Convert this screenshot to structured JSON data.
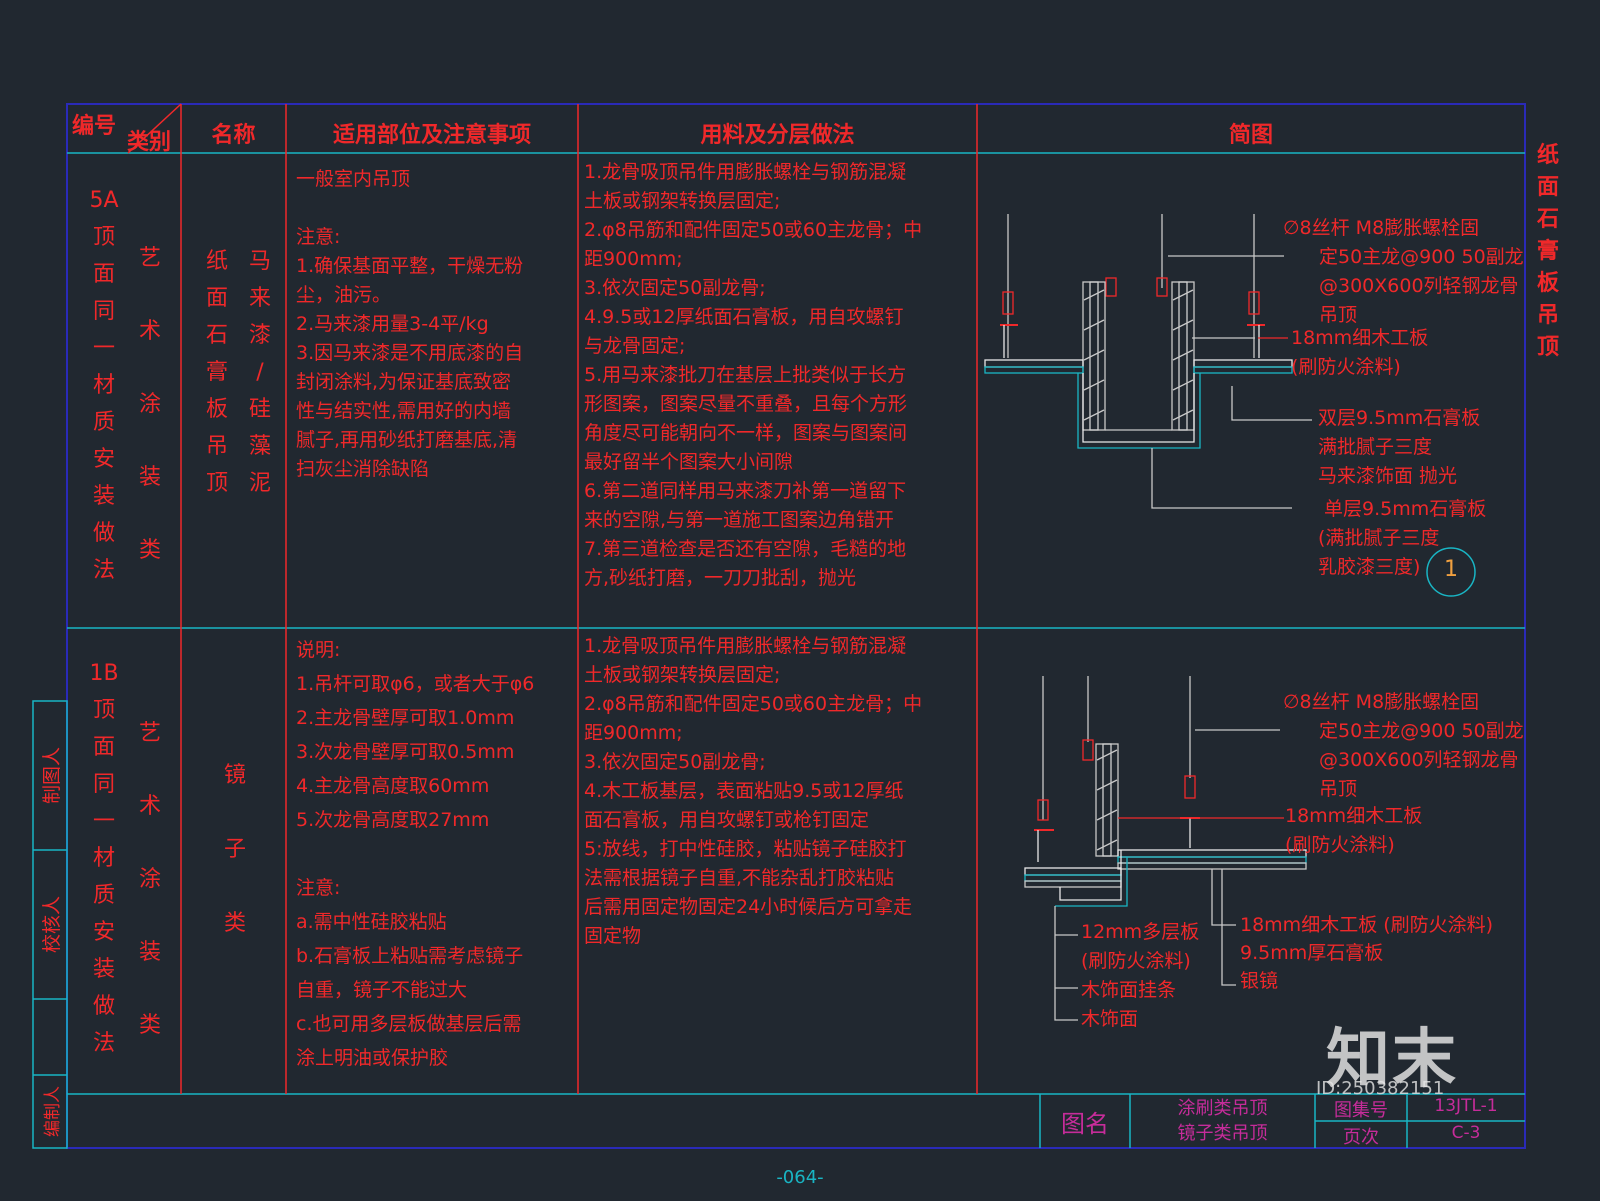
{
  "header": {
    "number_label": "编号",
    "category_label": "类别",
    "name_label": "名称",
    "usage_label": "适用部位及注意事项",
    "method_label": "用料及分层做法",
    "diagram_label": "简图"
  },
  "side_title": "纸面石膏板吊顶",
  "row1": {
    "number": "5A\n顶\n面\n同\n一\n材\n质\n安\n装\n做\n法",
    "category": "艺\n术\n涂\n装\n类",
    "name_col1": "纸\n面\n石\n膏\n板\n吊\n顶",
    "name_col2": "马\n来\n漆\n/\n硅\n藻\n泥",
    "usage": [
      "一般室内吊顶",
      "",
      "注意:",
      "1.确保基面平整，干燥无粉",
      "尘，油污。",
      "2.马来漆用量3-4平/kg",
      "3.因马来漆是不用底漆的自",
      "封闭涂料,为保证基底致密",
      "性与结实性,需用好的内墙",
      "腻子,再用砂纸打磨基底,清",
      "扫灰尘消除缺陷"
    ],
    "method": [
      "1.龙骨吸顶吊件用膨胀螺栓与钢筋混凝",
      "土板或钢架转换层固定;",
      "2.φ8吊筋和配件固定50或60主龙骨；中",
      "距900mm;",
      "3.依次固定50副龙骨;",
      "4.9.5或12厚纸面石膏板，用自攻螺钉",
      "与龙骨固定;",
      "5.用马来漆批刀在基层上批类似于长方",
      "形图案，图案尽量不重叠，且每个方形",
      "角度尽可能朝向不一样，图案与图案间",
      "最好留半个图案大小间隙",
      "6.第二道同样用马来漆刀补第一道留下",
      "来的空隙,与第一道施工图案边角错开",
      "7.第三道检查是否还有空隙，毛糙的地",
      "方,砂纸打磨，一刀刀批刮，抛光"
    ],
    "labels": {
      "rod": [
        "∅8丝杆 M8膨胀螺栓固",
        "定50主龙@900 50副龙",
        "@300X600列轻钢龙骨",
        "吊顶"
      ],
      "board": [
        "18mm细木工板",
        "(刷防火涂料)"
      ],
      "double": [
        "双层9.5mm石膏板",
        "满批腻子三度",
        "马来漆饰面 抛光"
      ],
      "single": [
        " 单层9.5mm石膏板",
        "(满批腻子三度",
        "乳胶漆三度)"
      ]
    },
    "marker": "1"
  },
  "row2": {
    "number": "1B\n顶\n面\n同\n一\n材\n质\n安\n装\n做\n法",
    "category": "艺\n术\n涂\n装\n类",
    "name": "镜\n\n子\n\n类",
    "usage": [
      "说明:",
      "1.吊杆可取φ6，或者大于φ6",
      "2.主龙骨壁厚可取1.0mm",
      "3.次龙骨壁厚可取0.5mm",
      "4.主龙骨高度取60mm",
      "5.次龙骨高度取27mm",
      "",
      "注意:",
      "a.需中性硅胶粘贴",
      "b.石膏板上粘贴需考虑镜子",
      "自重，镜子不能过大",
      "c.也可用多层板做基层后需",
      "涂上明油或保护胶"
    ],
    "method": [
      "1.龙骨吸顶吊件用膨胀螺栓与钢筋混凝",
      "土板或钢架转换层固定;",
      "2.φ8吊筋和配件固定50或60主龙骨；中",
      "距900mm;",
      "3.依次固定50副龙骨;",
      "4.木工板基层，表面粘贴9.5或12厚纸",
      "面石膏板，用自攻螺钉或枪钉固定",
      "5:放线，打中性硅胶，粘贴镜子硅胶打",
      "法需根据镜子自重,不能杂乱打胶粘贴",
      "后需用固定物固定24小时候后方可拿走",
      "固定物"
    ],
    "labels": {
      "rod": [
        "∅8丝杆 M8膨胀螺栓固",
        "定50主龙@900 50副龙",
        "@300X600列轻钢龙骨",
        "吊顶"
      ],
      "board": [
        "18mm细木工板",
        "(刷防火涂料)"
      ],
      "multi": [
        "12mm多层板",
        "(刷防火涂料)",
        "木饰面挂条",
        "木饰面"
      ],
      "right": [
        "18mm细木工板 (刷防火涂料)",
        "9.5mm厚石膏板",
        "银镜"
      ]
    }
  },
  "left_strip": [
    "制图人",
    "校核人",
    "编制人"
  ],
  "footer": {
    "title_label": "图名",
    "title_lines": [
      "涂刷类吊顶",
      "镜子类吊顶"
    ],
    "atlas_label": "图集号",
    "atlas_value": "13JTL-1",
    "page_label": "页次",
    "page_value": "C-3"
  },
  "watermark": {
    "logo": "知末",
    "id": "ID:250382151"
  },
  "page_number": "-064-",
  "colors": {
    "background": "#212830",
    "text": "#f0282a",
    "frame": "#2a2ab8",
    "grid": "#19b5c4",
    "footer_text": "#c62c9a",
    "marker": "#f0a040"
  }
}
